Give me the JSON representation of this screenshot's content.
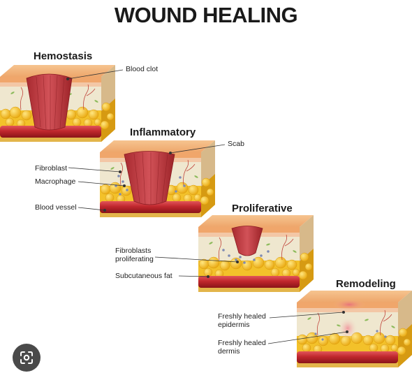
{
  "title": "WOUND HEALING",
  "stages": {
    "hemostasis": "Hemostasis",
    "inflammatory": "Inflammatory",
    "proliferative": "Proliferative",
    "remodeling": "Remodeling"
  },
  "labels": {
    "blood_clot": "Blood clot",
    "scab": "Scab",
    "fibroblast": "Fibroblast",
    "macrophage": "Macrophage",
    "blood_vessel": "Blood vessel",
    "fibroblasts_proliferating_1": "Fibroblasts",
    "fibroblasts_proliferating_2": "proliferating",
    "subcutaneous_fat": "Subcutaneous fat",
    "freshly_healed_epidermis_1": "Freshly healed",
    "freshly_healed_epidermis_2": "epidermis",
    "freshly_healed_dermis_1": "Freshly healed",
    "freshly_healed_dermis_2": "dermis"
  },
  "colors": {
    "epidermis": "#f2b47c",
    "dermis": "#efe7cf",
    "fat": "#f6c42a",
    "vessel": "#c0272d",
    "clot": "#b8363c"
  },
  "icons": {
    "lens": "lens-search-icon"
  }
}
